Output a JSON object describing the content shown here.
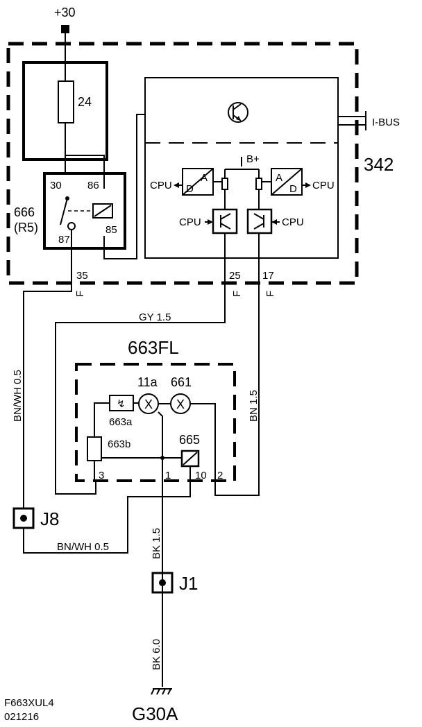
{
  "diagram": {
    "supply": "+30",
    "ecu": {
      "id": "342",
      "bus": "I-BUS",
      "supply_label": "B+",
      "ad_left": {
        "a": "A",
        "d": "D",
        "cpu": "CPU"
      },
      "ad_right": {
        "a": "A",
        "d": "D",
        "cpu": "CPU"
      },
      "drv_left_cpu": "CPU",
      "drv_right_cpu": "CPU"
    },
    "fuse": {
      "id": "24"
    },
    "relay": {
      "id": "666",
      "position": "(R5)",
      "pins": {
        "p30": "30",
        "p86": "86",
        "p85": "85",
        "p87": "87"
      }
    },
    "pins": {
      "p35": "35",
      "p25": "25",
      "p17": "17",
      "f1": "F",
      "f2": "F",
      "f3": "F"
    },
    "wires": {
      "gy": "GY  1.5",
      "bnwh_vertical": "BN/WH 0.5",
      "bnwh_bottom": "BN/WH  0.5",
      "bn": "BN  1.5",
      "bk_a": "BK  1.5",
      "bk_b": "BK  6.0"
    },
    "lamp_unit": {
      "id": "663FL",
      "bulb1": "11a",
      "bulb2": "661",
      "bulb_symbol": "X",
      "c663a": "663a",
      "c663b": "663b",
      "c665": "665",
      "pins": {
        "p3": "3",
        "p1": "1",
        "p10": "10",
        "p2": "2"
      }
    },
    "junctions": {
      "j8": "J8",
      "j1": "J1"
    },
    "ground": {
      "id": "G30A"
    },
    "footer": {
      "code": "F663XUL4",
      "date": "021216"
    }
  }
}
